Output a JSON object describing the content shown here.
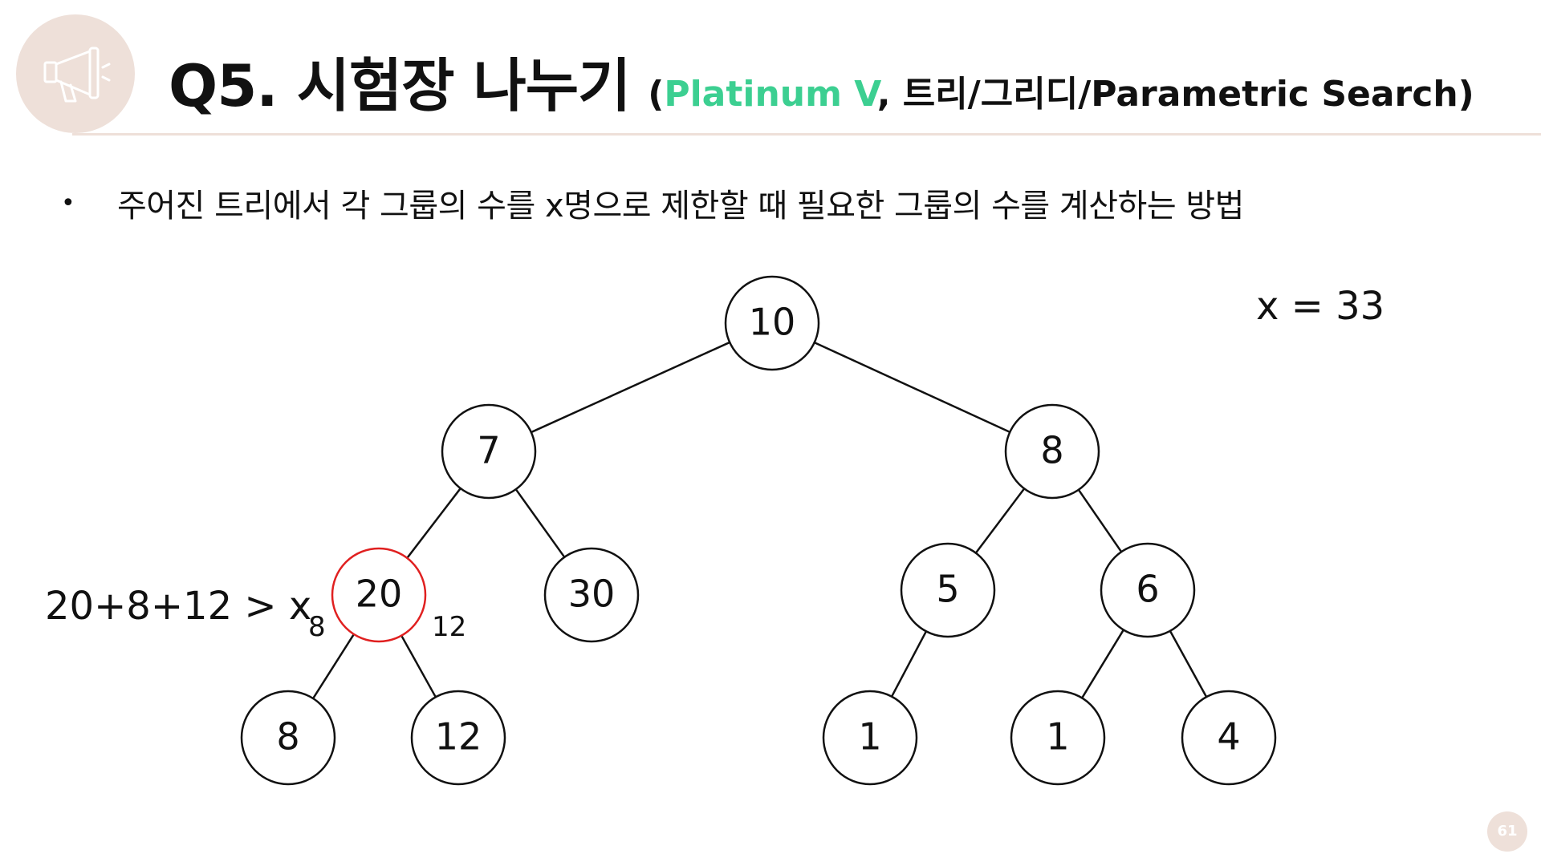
{
  "header": {
    "title": "Q5. 시험장 나누기",
    "sub_open": "(",
    "sub_level": "Platinum V",
    "sub_rest": ", 트리/그리디/Parametric Search)",
    "logo_icon": "megaphone-icon"
  },
  "bullet": {
    "symbol": "•",
    "text": "주어진 트리에서 각 그룹의 수를 x명으로 제한할 때 필요한 그룹의 수를 계산하는 방법"
  },
  "x_label": "x = 33",
  "sum_label": "20+8+12 > x",
  "edge_labels": {
    "left": "8",
    "right": "12"
  },
  "tree": {
    "nodes": [
      {
        "id": "root",
        "value": "10"
      },
      {
        "id": "n7",
        "value": "7"
      },
      {
        "id": "n8",
        "value": "8"
      },
      {
        "id": "n20",
        "value": "20",
        "highlight": true
      },
      {
        "id": "n30",
        "value": "30"
      },
      {
        "id": "n5",
        "value": "5"
      },
      {
        "id": "n6",
        "value": "6"
      },
      {
        "id": "n8b",
        "value": "8"
      },
      {
        "id": "n12",
        "value": "12"
      },
      {
        "id": "n1a",
        "value": "1"
      },
      {
        "id": "n1b",
        "value": "1"
      },
      {
        "id": "n4",
        "value": "4"
      }
    ],
    "edges": [
      [
        "root",
        "n7"
      ],
      [
        "root",
        "n8"
      ],
      [
        "n7",
        "n20"
      ],
      [
        "n7",
        "n30"
      ],
      [
        "n8",
        "n5"
      ],
      [
        "n8",
        "n6"
      ],
      [
        "n20",
        "n8b"
      ],
      [
        "n20",
        "n12"
      ],
      [
        "n5",
        "n1a"
      ],
      [
        "n6",
        "n1b"
      ],
      [
        "n6",
        "n4"
      ]
    ],
    "highlight_color": "#e02020"
  },
  "colors": {
    "accent_green": "#3ccf91",
    "decor_beige": "#eee0d9"
  },
  "page_number": "61"
}
